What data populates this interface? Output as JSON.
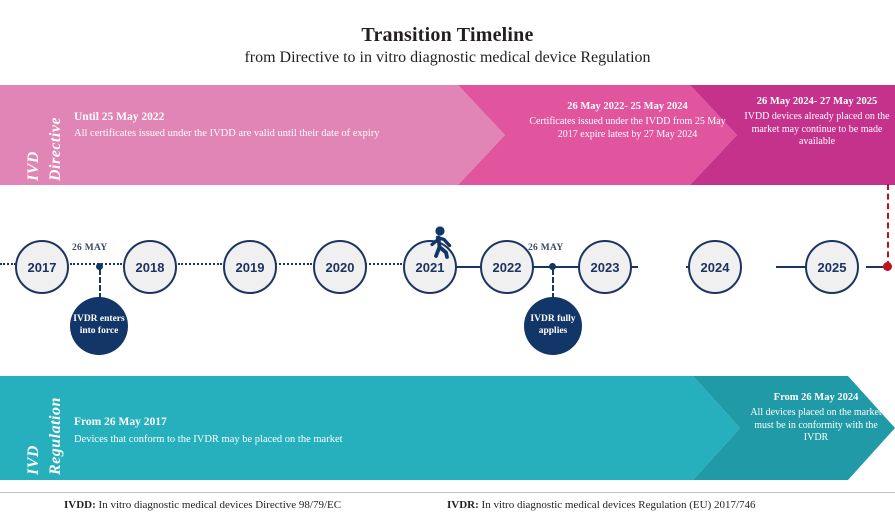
{
  "header": {
    "title": "Transition Timeline",
    "subtitle": "from Directive to in vitro diagnostic medical device Regulation"
  },
  "directive_band": {
    "vertical_label_line1": "IVD",
    "vertical_label_line2": "Directive",
    "color_light": "#e184b6",
    "color_mid": "#e0559e",
    "color_dark": "#c5328c",
    "segments": [
      {
        "heading": "Until 25 May 2022",
        "body": "All certificates issued under the IVDD are valid until their date of expiry"
      },
      {
        "heading": "26 May 2022- 25 May 2024",
        "body": "Certificates issued under the IVDD from 25 May 2017 expire latest by 27 May 2024"
      },
      {
        "heading": "26 May 2024- 27 May 2025",
        "body": "IVDD devices already placed on the market may continue to be made available"
      }
    ]
  },
  "regulation_band": {
    "vertical_label_line1": "IVD",
    "vertical_label_line2": "Regulation",
    "color_light": "#26b0bd",
    "color_dark": "#1f9aa6",
    "segments": [
      {
        "heading": "From 26 May 2017",
        "body": "Devices that conform to the IVDR may be placed on the market"
      },
      {
        "heading": "From 26 May 2024",
        "body": "All devices placed on the market must be in conformity with the IVDR"
      }
    ]
  },
  "timeline": {
    "axis_color": "#1b3461",
    "years": [
      "2017",
      "2018",
      "2019",
      "2020",
      "2021",
      "2022",
      "2023",
      "2024",
      "2025"
    ],
    "events": [
      {
        "date": "26 MAY",
        "label": "IVDR enters into force"
      },
      {
        "date": "26 MAY",
        "label": "IVDR fully applies"
      }
    ],
    "end_marker_color": "#c0111f"
  },
  "footer": {
    "items": [
      {
        "abbr": "IVDD:",
        "definition": "In vitro diagnostic medical devices Directive 98/79/EC"
      },
      {
        "abbr": "IVDR:",
        "definition": "In vitro diagnostic medical devices Regulation (EU) 2017/746"
      }
    ]
  }
}
